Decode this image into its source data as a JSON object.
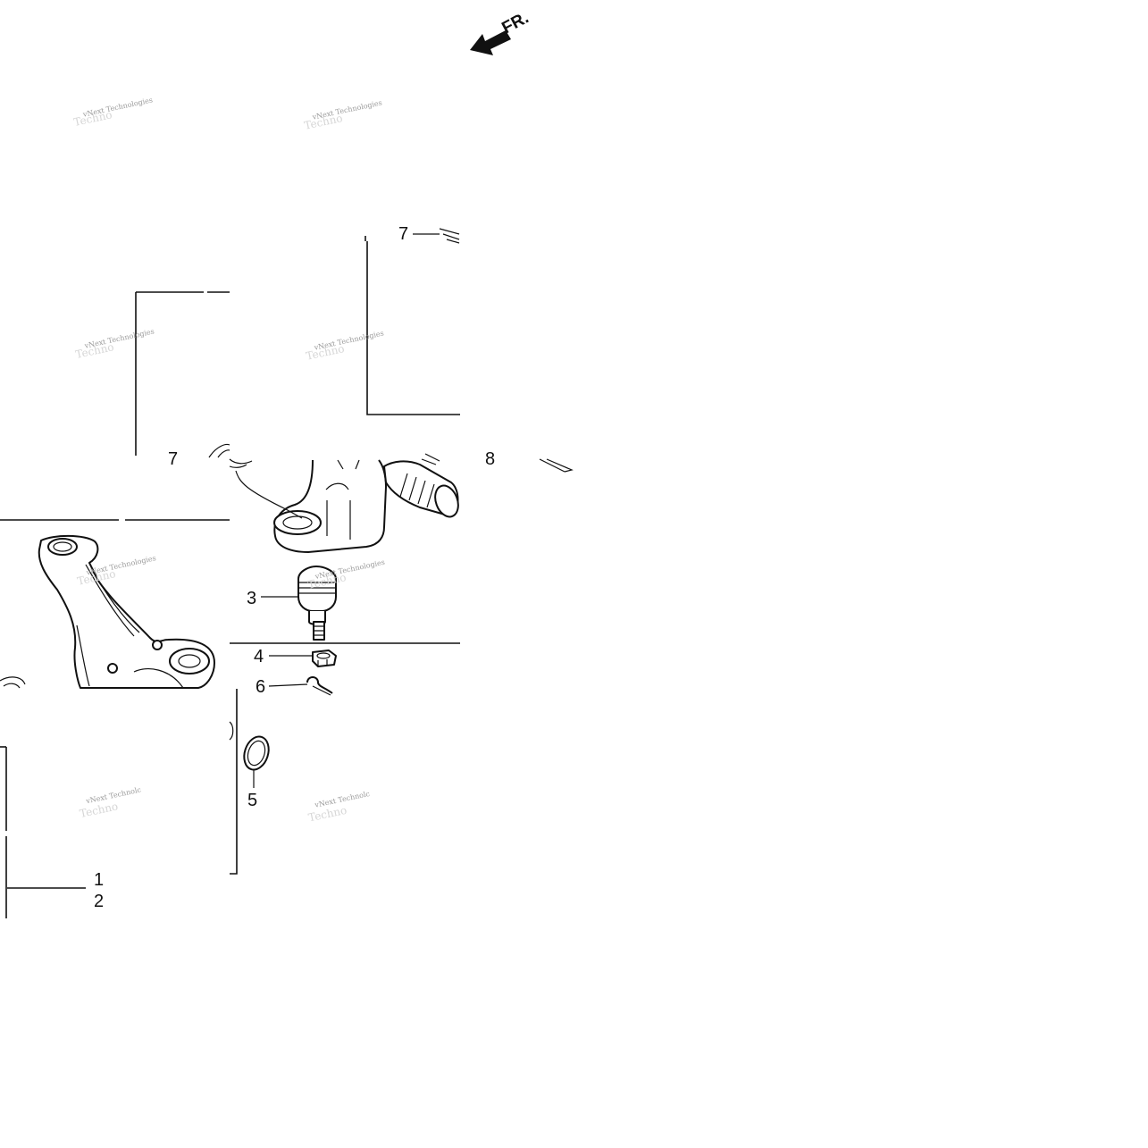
{
  "direction_indicator": {
    "label": "FR."
  },
  "watermark": {
    "text": "vNext Technologies",
    "text_truncated": "vNext Technolc"
  },
  "callouts": [
    {
      "id": "1",
      "label": "1"
    },
    {
      "id": "2",
      "label": "2"
    },
    {
      "id": "3",
      "label": "3"
    },
    {
      "id": "4",
      "label": "4"
    },
    {
      "id": "5",
      "label": "5"
    },
    {
      "id": "6",
      "label": "6"
    },
    {
      "id": "7a",
      "label": "7"
    },
    {
      "id": "7b",
      "label": "7"
    },
    {
      "id": "8",
      "label": "8"
    }
  ]
}
